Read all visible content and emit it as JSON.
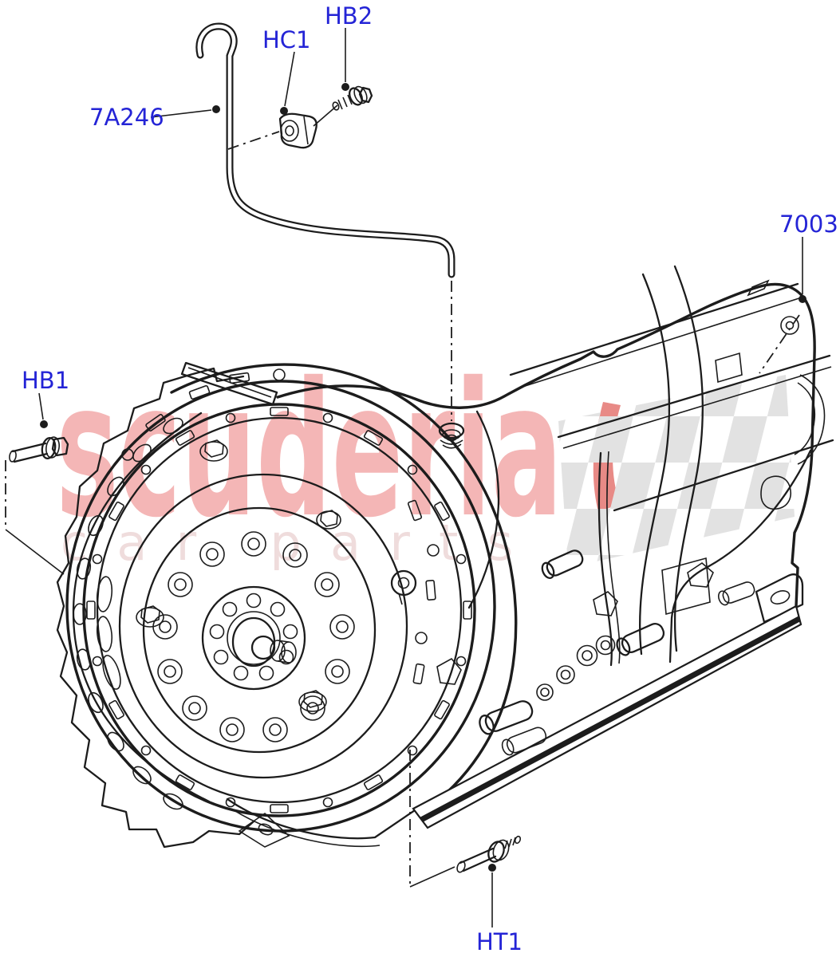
{
  "page": {
    "background": "#ffffff"
  },
  "watermark": {
    "brand": "scuderia",
    "subtitle": "car parts",
    "brand_color": "#f4b6b6",
    "brand_edge_color": "#eb9e9e",
    "subtitle_color": "#efdcdc",
    "flag_color": "#e2e2e2",
    "accent_color": "#e88a86"
  },
  "style": {
    "label_color": "#2424d6",
    "line_color": "#1c1c1c"
  },
  "labels": [
    {
      "text": "7A246"
    },
    {
      "text": "HC1"
    },
    {
      "text": "HB2"
    },
    {
      "text": "7003"
    },
    {
      "text": "HB1"
    },
    {
      "text": "HT1"
    }
  ]
}
